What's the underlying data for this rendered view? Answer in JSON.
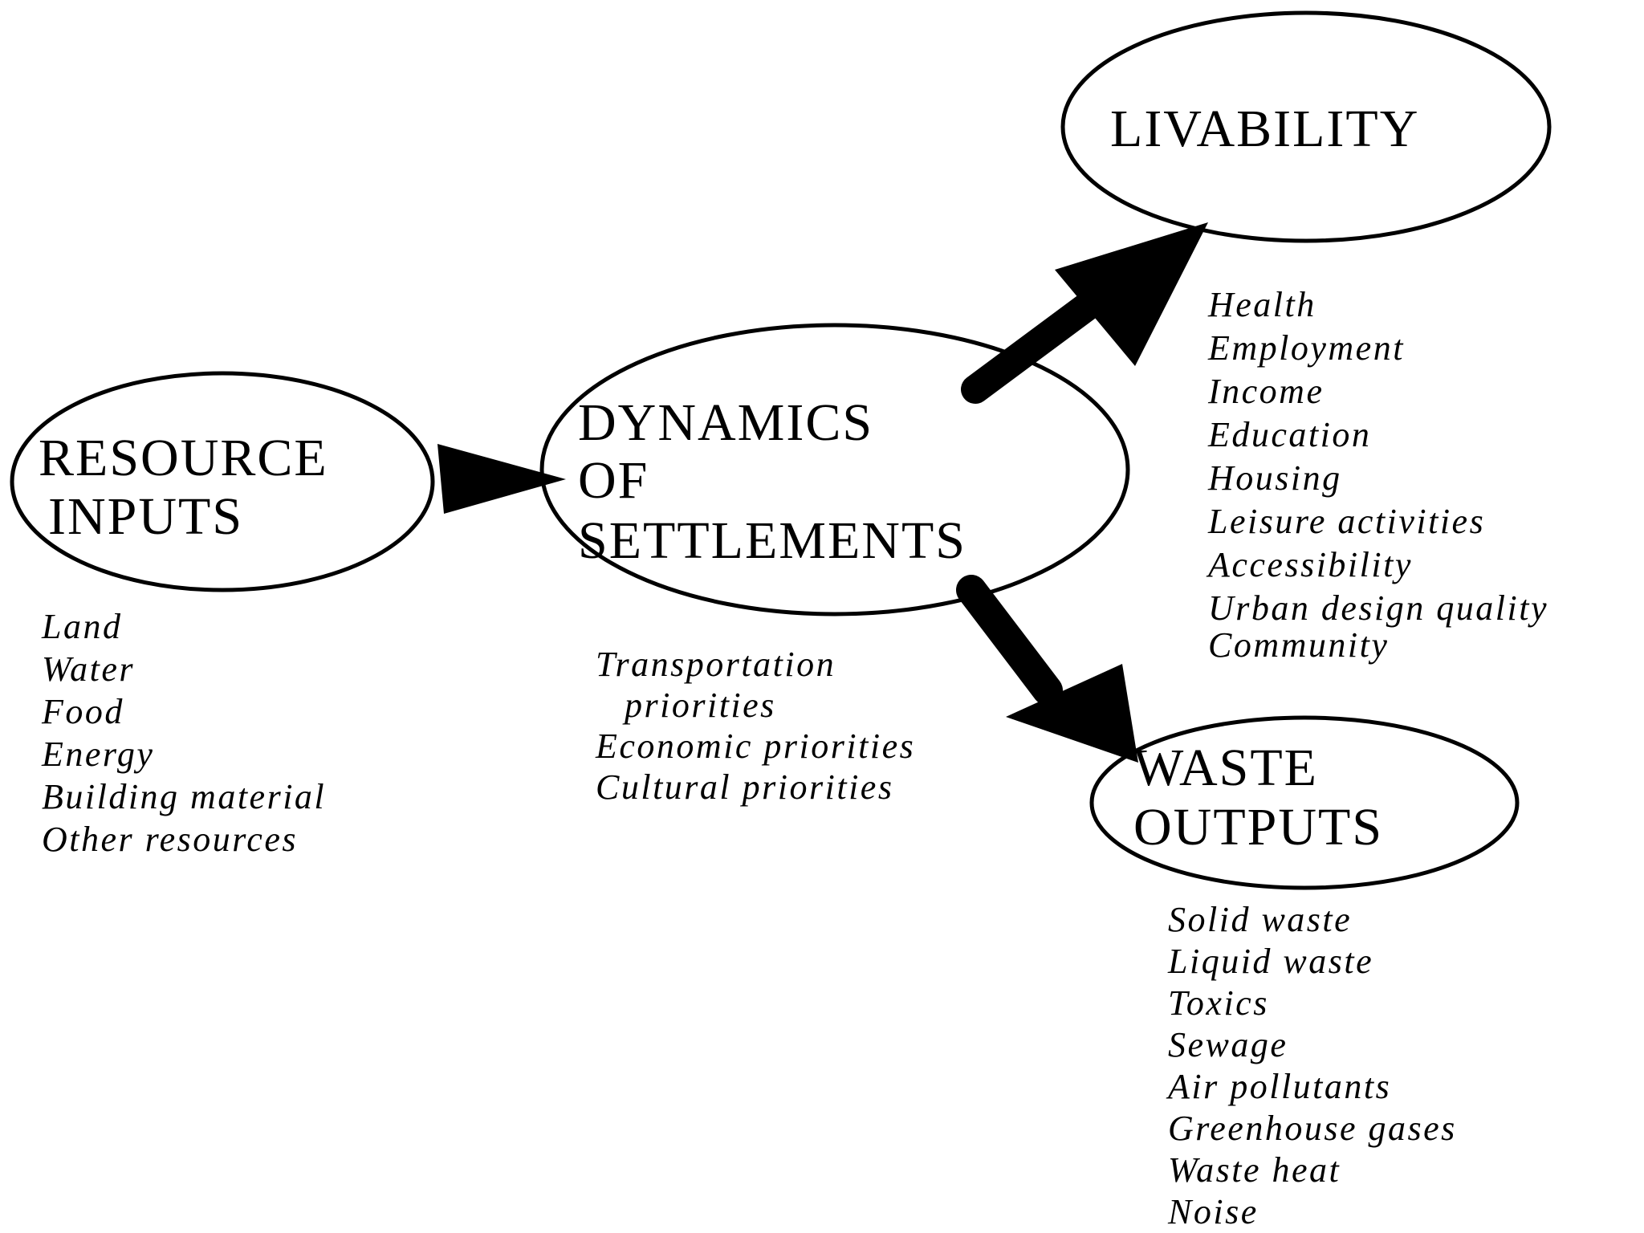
{
  "nodes": {
    "resource": {
      "title_lines": [
        "RESOURCE",
        "INPUTS"
      ]
    },
    "dynamics": {
      "title_lines": [
        "DYNAMICS",
        "OF",
        "SETTLEMENTS"
      ]
    },
    "livability": {
      "title_lines": [
        "LIVABILITY"
      ]
    },
    "waste": {
      "title_lines": [
        "WASTE",
        "OUTPUTS"
      ]
    }
  },
  "lists": {
    "resource": [
      "Land",
      "Water",
      "Food",
      "Energy",
      "Building material",
      "Other resources"
    ],
    "dynamics": [
      "Transportation",
      "priorities",
      "Economic priorities",
      "Cultural priorities"
    ],
    "livability": [
      "Health",
      "Employment",
      "Income",
      "Education",
      "Housing",
      "Leisure activities",
      "Accessibility",
      "Urban design quality",
      "Community"
    ],
    "waste": [
      "Solid waste",
      "Liquid waste",
      "Toxics",
      "Sewage",
      "Air pollutants",
      "Greenhouse gases",
      "Waste heat",
      "Noise"
    ]
  },
  "colors": {
    "stroke": "#000000",
    "text": "#000000",
    "background": "#ffffff"
  }
}
